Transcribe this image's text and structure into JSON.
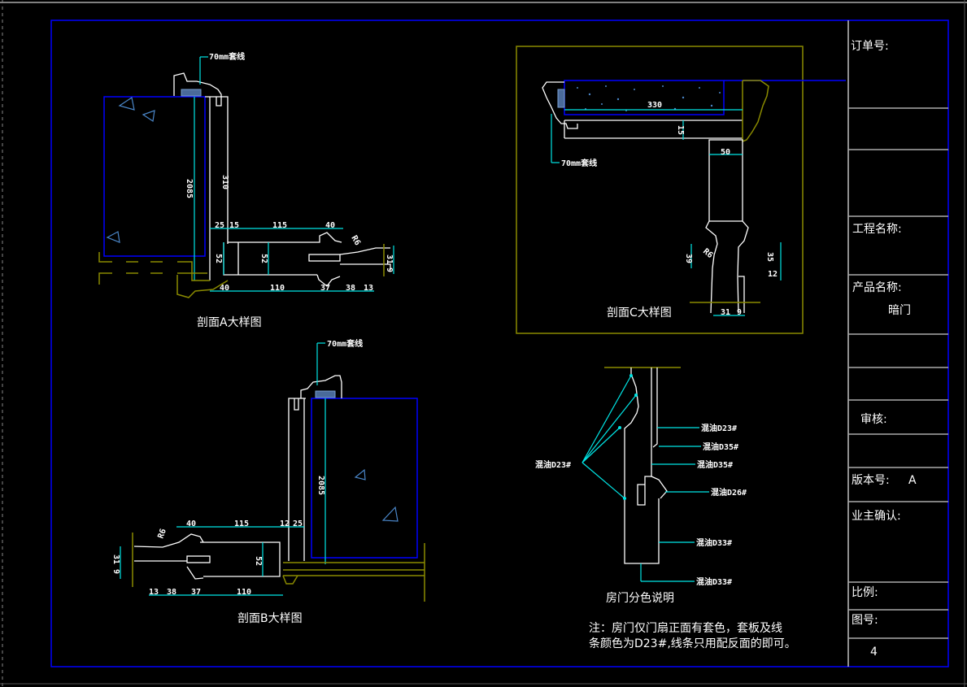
{
  "title_block": {
    "order_no_label": "订单号:",
    "project_name_label": "工程名称:",
    "product_name_label": "产品名称:",
    "product_name_value": "暗门",
    "review_label": "审核:",
    "version_label": "版本号:",
    "version_value": "A",
    "owner_confirm_label": "业主确认:",
    "scale_label": "比例:",
    "drawing_no_label": "图号:",
    "drawing_no_value": "4"
  },
  "section_a": {
    "title": "剖面A大样图",
    "callout": "70mm套线",
    "dims_top": [
      "25",
      "15",
      "115",
      "40"
    ],
    "dims_bottom": [
      "40",
      "110",
      "37",
      "38",
      "13"
    ],
    "dims_vertical": [
      "310",
      "2085",
      "52",
      "52",
      "31",
      "9"
    ],
    "angle": "R6"
  },
  "section_b": {
    "title": "剖面B大样图",
    "callout": "70mm套线",
    "dims_top": [
      "40",
      "115",
      "12",
      "25"
    ],
    "dims_bottom": [
      "13",
      "38",
      "37",
      "110"
    ],
    "dims_vertical": [
      "2085",
      "52",
      "31",
      "9"
    ],
    "angle": "R6"
  },
  "section_c": {
    "title": "剖面C大样图",
    "callout": "70mm套线",
    "dims": [
      "330",
      "15",
      "50",
      "31",
      "9",
      "39",
      "35",
      "12"
    ],
    "angle": "R6"
  },
  "color_scheme": {
    "title": "房门分色说明",
    "left_label": "混油D23#",
    "right_labels": [
      "混油D23#",
      "混油D35#",
      "混油D35#",
      "混油D26#",
      "混油D33#",
      "混油D33#"
    ],
    "note_line1": "注：房门仅门扇正面有套色，套板及线",
    "note_line2": "条颜色为D23#,线条只用配反面的即可。"
  },
  "colors": {
    "background": "#000000",
    "frame": "#0000ff",
    "dimension": "#00e5e5",
    "outline": "#ffffff",
    "wall": "#8a8a00"
  }
}
